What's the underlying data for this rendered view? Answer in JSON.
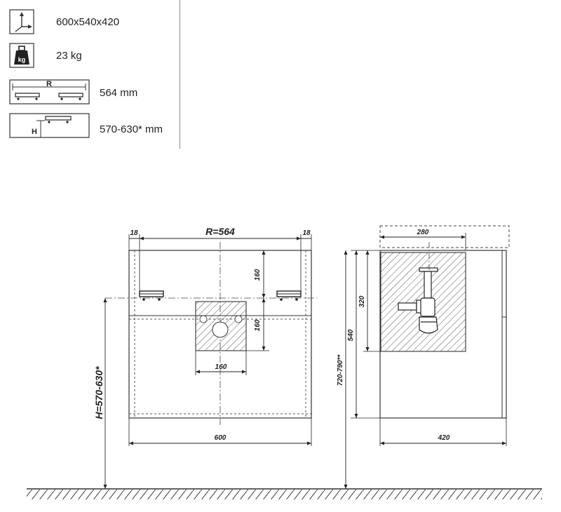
{
  "specs": {
    "dimensions": {
      "icon": "dimensions-axes-icon",
      "text": "600x540x420"
    },
    "weight": {
      "icon": "weight-kg-icon",
      "icon_label": "kg",
      "text": "23 kg"
    },
    "rail_distance": {
      "icon": "rail-distance-icon",
      "icon_label": "R",
      "text": "564 mm"
    },
    "mount_height": {
      "icon": "mount-height-icon",
      "icon_label": "H",
      "text": "570-630* mm"
    }
  },
  "front_view": {
    "side_left": "18",
    "rail_spacing": "R=564",
    "side_right": "18",
    "upper_vertical": "160",
    "lower_vertical": "160",
    "cutout_width": "160",
    "mount_height": "H=570-630*",
    "width": "600"
  },
  "side_view": {
    "top_width": "280",
    "cutout_height": "320",
    "height": "540",
    "total_height": "720-790**",
    "depth": "420"
  },
  "colors": {
    "line": "#222222",
    "hatch": "#555555"
  }
}
